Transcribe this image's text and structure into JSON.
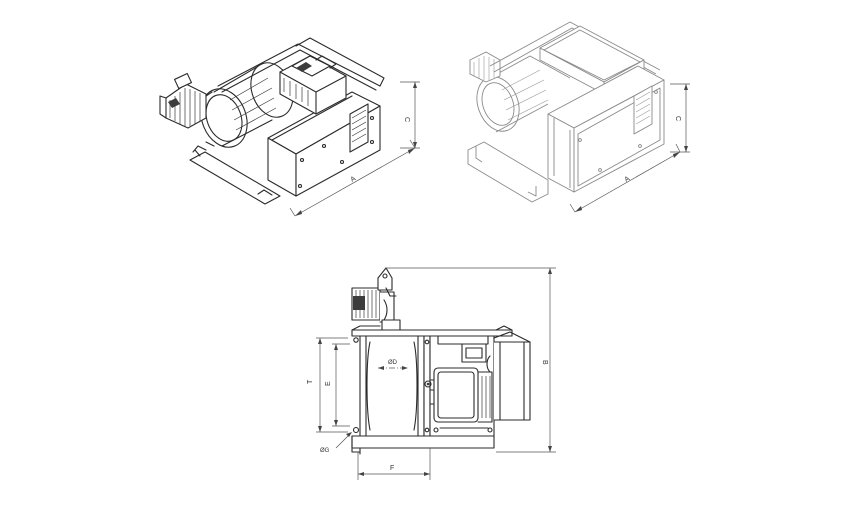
{
  "left_view": {
    "dimension_labels": {
      "length": "A",
      "height": "C"
    }
  },
  "right_view": {
    "dimension_labels": {
      "length": "A",
      "height": "C"
    }
  },
  "front_view": {
    "dimension_labels": {
      "total_height": "B",
      "drum_diameter": "ØD",
      "inner_height": "E",
      "frame_height": "T",
      "bolt_hole": "ØG",
      "base_length": "F"
    }
  }
}
